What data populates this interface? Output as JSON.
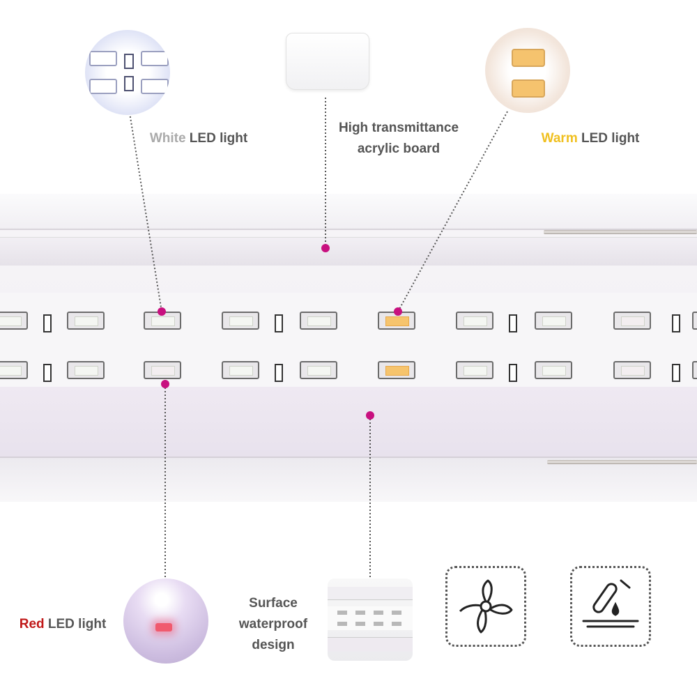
{
  "callouts": {
    "white_led": {
      "accent": "White",
      "rest": " LED light"
    },
    "acrylic": {
      "line1": "High transmittance",
      "line2": "acrylic board"
    },
    "warm_led": {
      "accent": "Warm",
      "rest": " LED light"
    },
    "red_led": {
      "accent": "Red",
      "rest": " LED light"
    },
    "waterproof": {
      "line1": "Surface",
      "line2": "waterproof",
      "line3": "design"
    }
  },
  "icons": {
    "fan": "fan-icon",
    "anticorrosion": "test-tube-drop-icon"
  },
  "colors": {
    "marker": "#c8107f",
    "white_accent": "#aaaaaa",
    "warm_accent": "#f0c020",
    "red_accent": "#c01818",
    "label_text": "#555555"
  }
}
